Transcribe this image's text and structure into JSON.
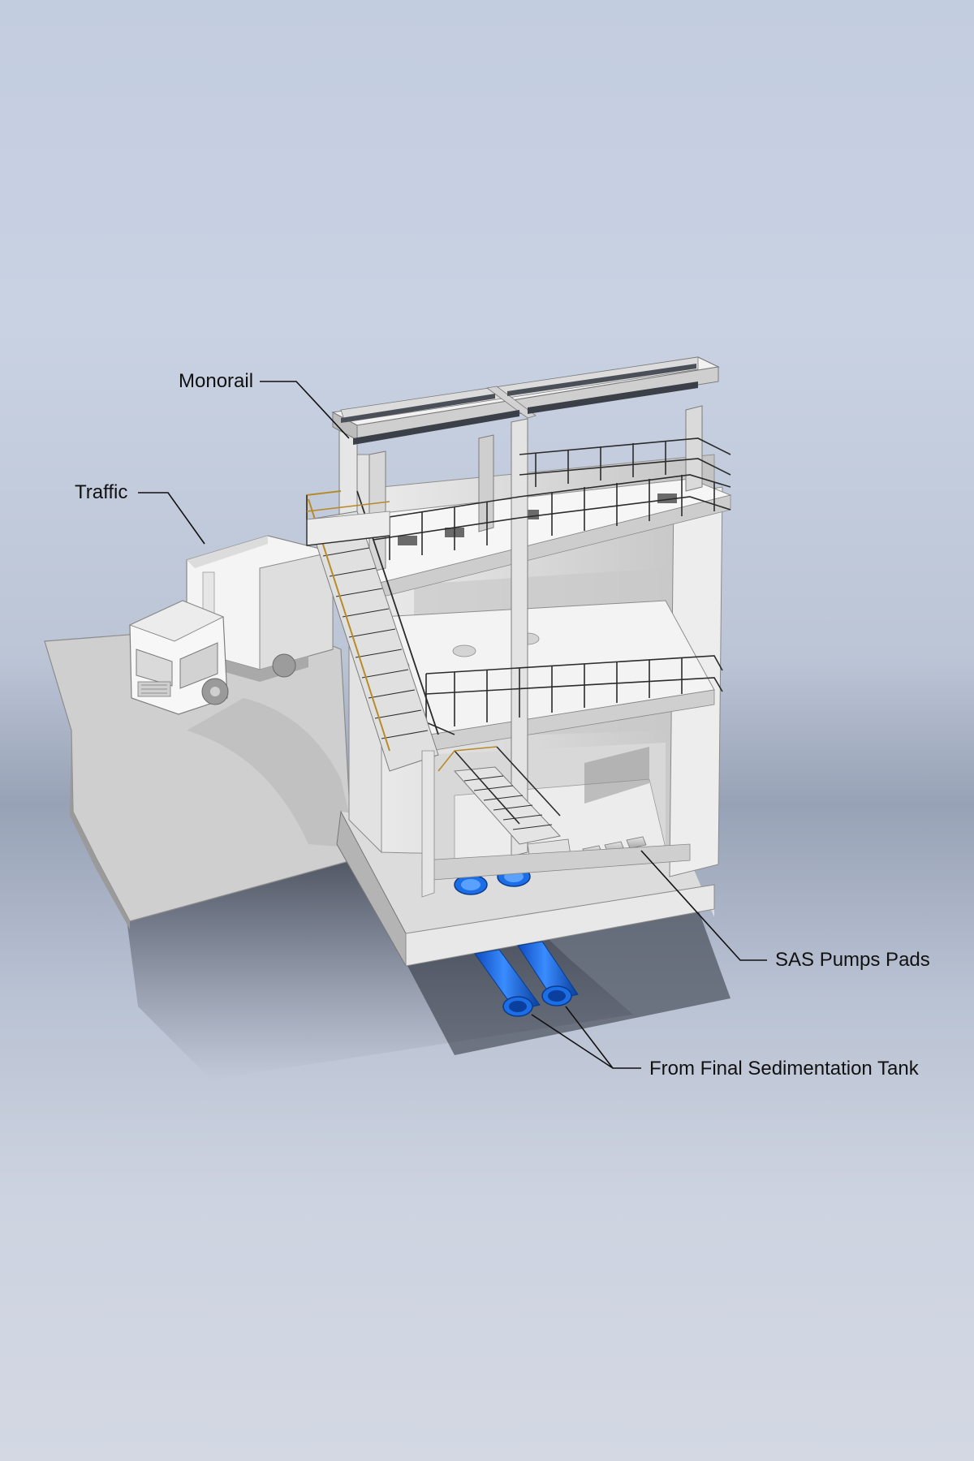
{
  "callouts": {
    "monorail": "Monorail",
    "traffic": "Traffic",
    "sas_pumps_pads": "SAS Pumps Pads",
    "from_final_sedimentation_tank": "From Final Sedimentation Tank"
  },
  "colors": {
    "pipe": "#1b6ee6",
    "pipe_dark": "#0f4fb0",
    "handrail": "#2b2b2b",
    "handrail_accent": "#b88a2a",
    "concrete_light": "#f2f2f2",
    "concrete_mid": "#d4d4d4",
    "concrete_dark": "#a9a9a9",
    "ground_shadow": "#1c1f28",
    "monorail_beam": "#3a3f48"
  }
}
